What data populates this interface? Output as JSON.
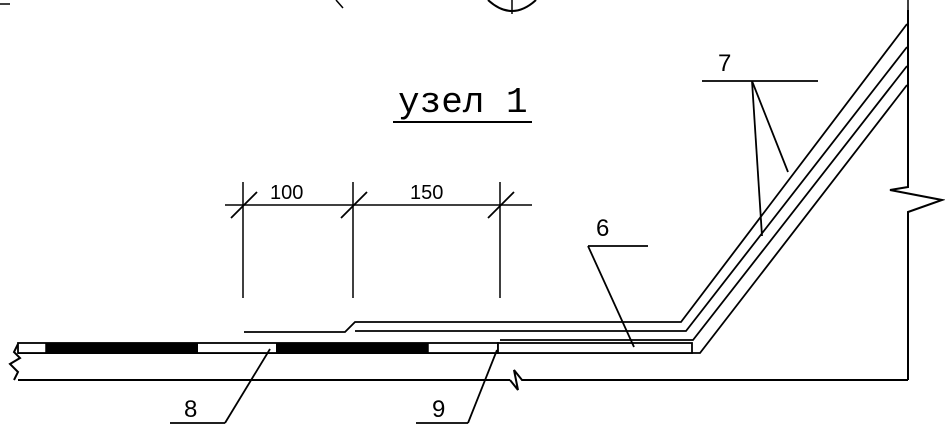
{
  "title": "узел 1",
  "dimensions": [
    "100",
    "150"
  ],
  "callouts": {
    "layers": "7",
    "layer_6": "6",
    "item_8": "8",
    "item_9": "9"
  }
}
